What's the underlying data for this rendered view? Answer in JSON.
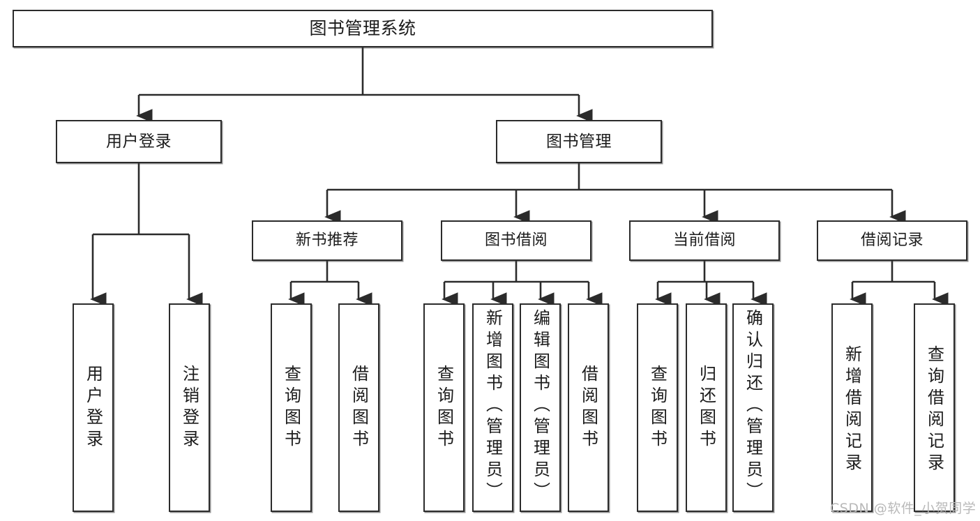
{
  "diagram": {
    "title": "图书管理系统",
    "type": "tree",
    "watermark": "CSDN @软件_小贺同学",
    "colors": {
      "node_border": "#2b2b2b",
      "node_fill": "#ffffff",
      "edge": "#2b2b2b",
      "text": "#1b1b1b",
      "watermark": "#b9b9b9",
      "background": "#ffffff"
    },
    "root": {
      "label": "图书管理系统"
    },
    "level2": [
      {
        "label": "用户登录"
      },
      {
        "label": "图书管理"
      }
    ],
    "level3": [
      {
        "label": "新书推荐"
      },
      {
        "label": "图书借阅"
      },
      {
        "label": "当前借阅"
      },
      {
        "label": "借阅记录"
      }
    ],
    "leaves": {
      "user_login": [
        {
          "label": "用户登录"
        },
        {
          "label": "注销登录"
        }
      ],
      "new_book_recommend": [
        {
          "label": "查询图书"
        },
        {
          "label": "借阅图书"
        }
      ],
      "book_borrow": [
        {
          "label": "查询图书"
        },
        {
          "label": "新增图书（管理员）"
        },
        {
          "label": "编辑图书（管理员）"
        },
        {
          "label": "借阅图书"
        }
      ],
      "current_borrow": [
        {
          "label": "查询图书"
        },
        {
          "label": "归还图书"
        },
        {
          "label": "确认归还（管理员）"
        }
      ],
      "borrow_record": [
        {
          "label": "新增借阅记录"
        },
        {
          "label": "查询借阅记录"
        }
      ]
    }
  }
}
